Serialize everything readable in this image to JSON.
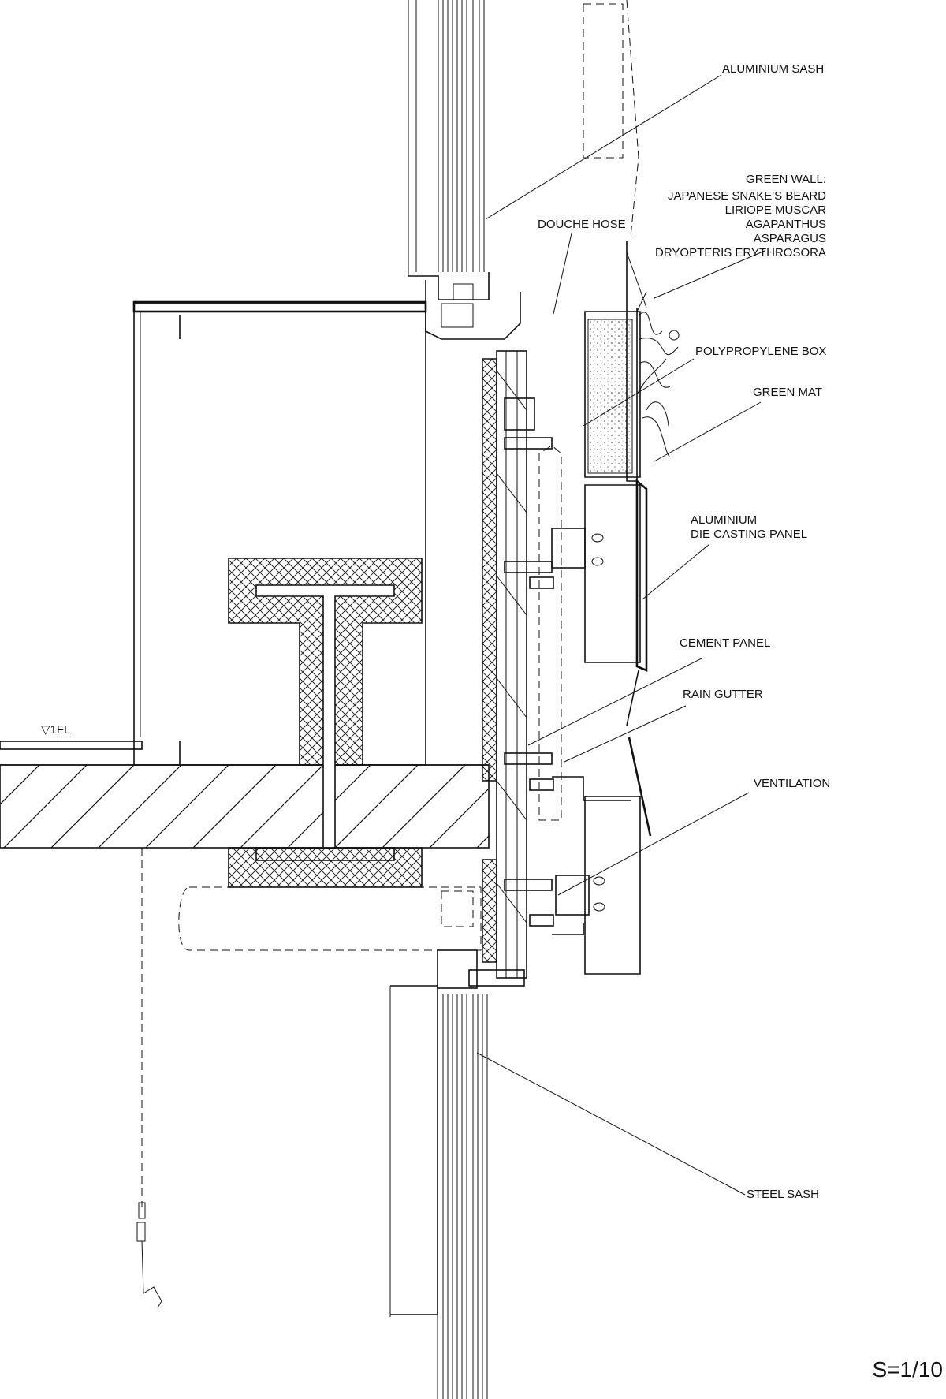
{
  "labels": {
    "aluminium_sash": "ALUMINIUM  SASH",
    "green_wall_title": "GREEN WALL:",
    "green_wall_plants": [
      "JAPANESE SNAKE'S BEARD",
      "LIRIOPE MUSCAR",
      "AGAPANTHUS",
      "ASPARAGUS",
      "DRYOPTERIS ERYTHROSORA"
    ],
    "douche_hose": "DOUCHE HOSE",
    "polypropylene_box": "POLYPROPYLENE BOX",
    "green_mat": "GREEN MAT",
    "aluminium_panel_1": "ALUMINIUM",
    "aluminium_panel_2": "DIE CASTING PANEL",
    "cement_panel": "CEMENT PANEL",
    "rain_gutter": "RAIN GUTTER",
    "ventilation": "VENTILATION",
    "steel_sash": "STEEL SASH",
    "floor_level": "▽1FL",
    "scale": "S=1/10"
  },
  "colors": {
    "line": "#111111",
    "background": "#ffffff"
  }
}
